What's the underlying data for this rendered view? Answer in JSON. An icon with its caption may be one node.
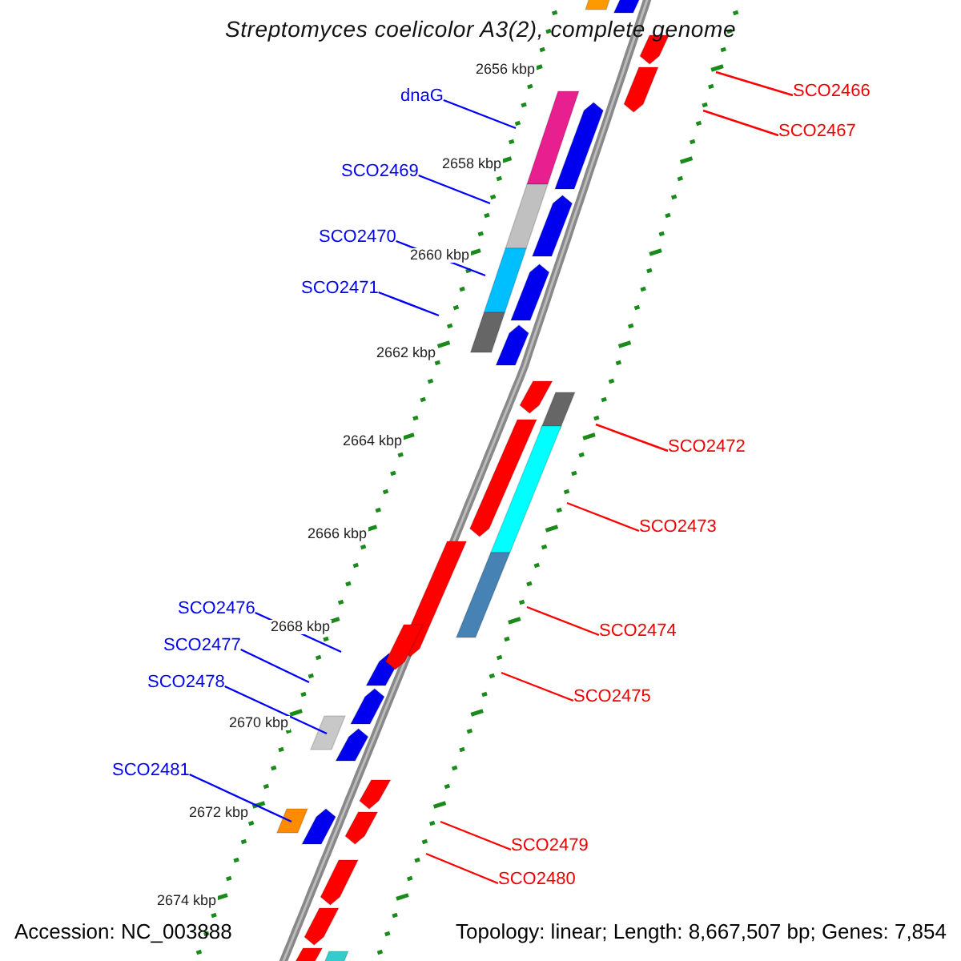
{
  "diagram": {
    "title": "Streptomyces coelicolor A3(2), complete genome",
    "nodes": [
      {
        "text": [
          "SCO2466"
        ]
      },
      {
        "text": [
          "dnaG"
        ]
      },
      {
        "text": [
          "SCO2467"
        ]
      },
      {
        "text": [
          "SCO2469"
        ]
      },
      {
        "text": [
          "SCO2470"
        ]
      },
      {
        "text": [
          "SCO2471"
        ]
      },
      {
        "text": [
          "SCO2472"
        ]
      },
      {
        "text": [
          "SCO2473"
        ]
      },
      {
        "text": [
          "SCO2476"
        ]
      },
      {
        "text": [
          "SCO2474"
        ]
      },
      {
        "text": [
          "SCO2477"
        ]
      },
      {
        "text": [
          "SCO2478"
        ]
      },
      {
        "text": [
          "SCO2475"
        ]
      },
      {
        "text": [
          "SCO2481"
        ]
      },
      {
        "text": [
          "SCO2479"
        ]
      },
      {
        "text": [
          "SCO2480"
        ]
      }
    ],
    "edges": [
      {
        "from": 0,
        "to": null,
        "arrow": "none",
        "color": "#ff0000"
      },
      {
        "from": 1,
        "to": null,
        "arrow": "none",
        "color": "#0000ff"
      },
      {
        "from": 2,
        "to": null,
        "arrow": "none",
        "color": "#ff0000"
      },
      {
        "from": 3,
        "to": null,
        "arrow": "none",
        "color": "#0000ff"
      },
      {
        "from": 4,
        "to": null,
        "arrow": "none",
        "color": "#0000ff"
      },
      {
        "from": 5,
        "to": null,
        "arrow": "none",
        "color": "#0000ff"
      },
      {
        "from": 6,
        "to": null,
        "arrow": "none",
        "color": "#ff0000"
      },
      {
        "from": 7,
        "to": null,
        "arrow": "none",
        "color": "#ff0000"
      },
      {
        "from": 8,
        "to": null,
        "arrow": "none",
        "color": "#0000ff"
      },
      {
        "from": 9,
        "to": null,
        "arrow": "none",
        "color": "#ff0000"
      },
      {
        "from": 10,
        "to": null,
        "arrow": "none",
        "color": "#0000ff"
      },
      {
        "from": 11,
        "to": null,
        "arrow": "none",
        "color": "#0000ff"
      },
      {
        "from": 12,
        "to": null,
        "arrow": "none",
        "color": "#ff0000"
      },
      {
        "from": 13,
        "to": null,
        "arrow": "none",
        "color": "#0000ff"
      },
      {
        "from": 14,
        "to": null,
        "arrow": "none",
        "color": "#ff0000"
      },
      {
        "from": 15,
        "to": null,
        "arrow": "none",
        "color": "#ff0000"
      }
    ],
    "labels": [
      "2656 kbp",
      "2658 kbp",
      "2660 kbp",
      "2662 kbp",
      "2664 kbp",
      "2666 kbp",
      "2668 kbp",
      "2670 kbp",
      "2672 kbp",
      "2674 kbp",
      "Accession: NC_003888",
      "Topology: linear; Length: 8,667,507 bp; Genes: 7,854"
    ]
  }
}
